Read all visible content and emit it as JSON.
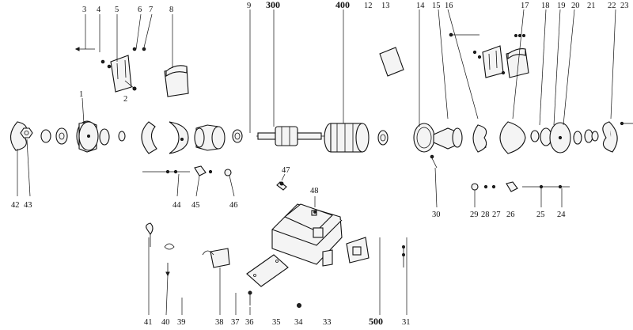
{
  "diagram": {
    "top_labels": [
      "3",
      "4",
      "5",
      "6",
      "7",
      "8",
      "9",
      "300",
      "400",
      "12",
      "13",
      "14",
      "15",
      "16",
      "17",
      "18",
      "19",
      "20",
      "21",
      "22",
      "23"
    ],
    "mid_labels": [
      "1",
      "2",
      "47",
      "48"
    ],
    "shaft_labels": [
      "42",
      "43",
      "44",
      "45",
      "46",
      "30",
      "29",
      "28",
      "27",
      "26",
      "25",
      "24"
    ],
    "bottom_labels": [
      "41",
      "40",
      "39",
      "38",
      "37",
      "36",
      "35",
      "34",
      "33",
      "500",
      "31"
    ],
    "emphasized_labels": [
      "300",
      "400",
      "500"
    ]
  }
}
